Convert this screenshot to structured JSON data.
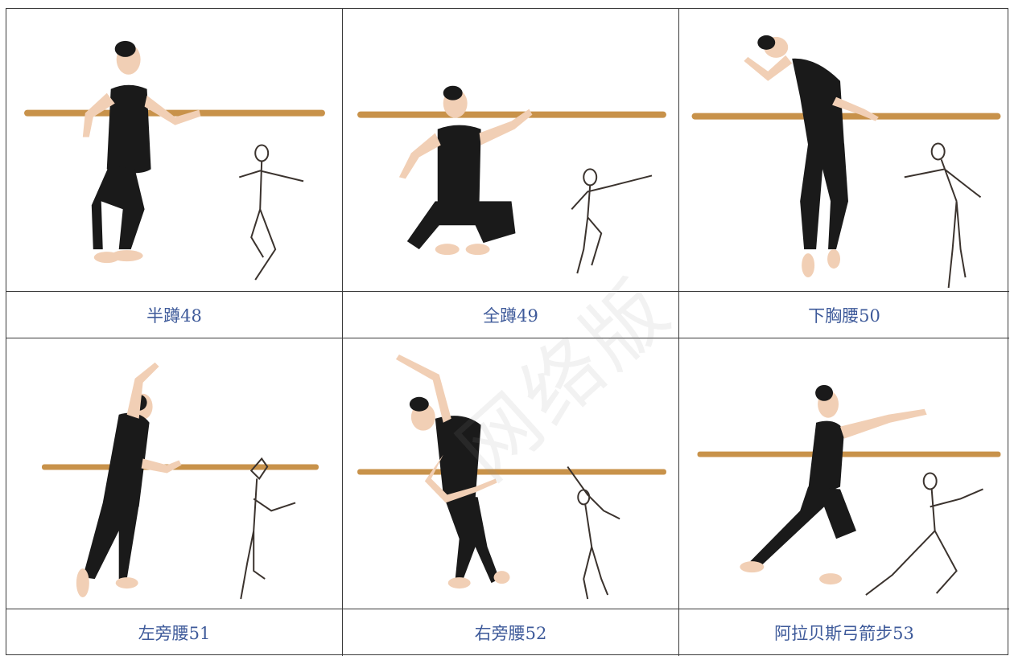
{
  "poses": [
    {
      "caption": "半蹲48"
    },
    {
      "caption": "全蹲49"
    },
    {
      "caption": "下胸腰50"
    },
    {
      "caption": "左旁腰51"
    },
    {
      "caption": "右旁腰52"
    },
    {
      "caption": "阿拉贝斯弓箭步53"
    }
  ],
  "watermark": "网络版",
  "colors": {
    "caption": "#3e5a9a",
    "barre": "#c8924a",
    "leotard": "#1a1a1a",
    "skin": "#f1cfb5",
    "sketch": "#3b332e",
    "border": "#3a3a3a"
  }
}
